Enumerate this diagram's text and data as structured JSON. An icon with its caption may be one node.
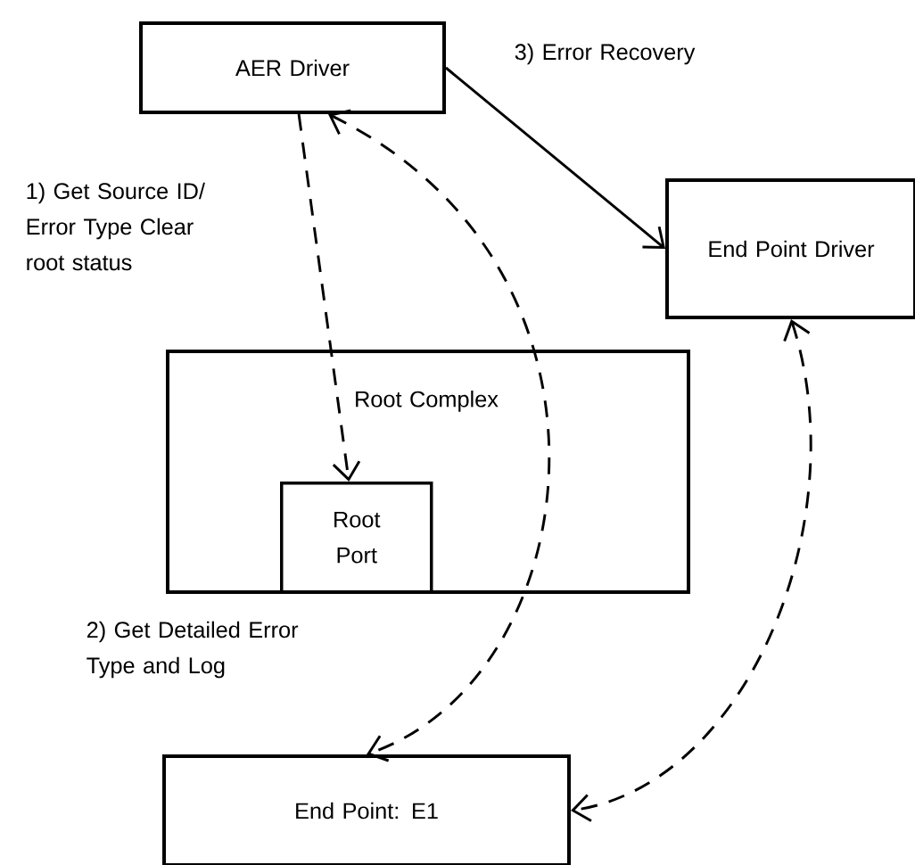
{
  "diagram": {
    "nodes": [
      {
        "text": [
          "AER Driver"
        ]
      },
      {
        "text": [
          "End Point Driver"
        ]
      },
      {
        "text": [
          "Root Complex"
        ]
      },
      {
        "text": [
          "Root Port"
        ],
        "in": 2
      },
      {
        "text": [
          "End Point: E1"
        ]
      }
    ],
    "edges": [
      {
        "from": 0,
        "to": 3,
        "arrow": "to",
        "style": "dashed",
        "label": "1) Get Source ID/ Error Type Clear root status"
      },
      {
        "from": 0,
        "to": 1,
        "arrow": "to",
        "label": "3) Error Recovery"
      },
      {
        "from": 0,
        "to": 4,
        "arrow": "both",
        "style": "dashed",
        "label": "2) Get Detailed Error Type and Log"
      },
      {
        "from": 1,
        "to": 4,
        "arrow": "both",
        "style": "dashed"
      }
    ]
  }
}
